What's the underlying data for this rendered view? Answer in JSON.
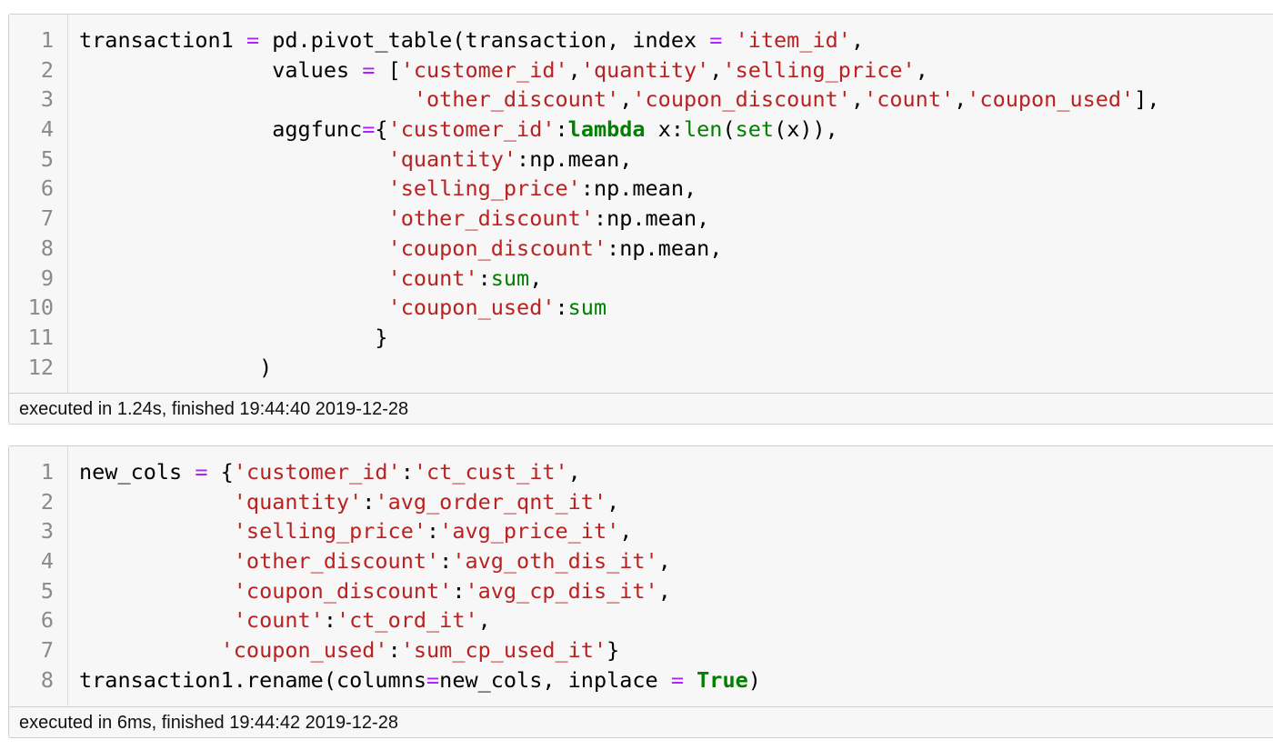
{
  "cells": [
    {
      "line_numbers": [
        "1",
        "2",
        "3",
        "4",
        "5",
        "6",
        "7",
        "8",
        "9",
        "10",
        "11",
        "12"
      ],
      "timing": "executed in 1.24s, finished 19:44:40 2019-12-28",
      "code_lines": [
        [
          [
            "plain",
            "transaction1 "
          ],
          [
            "op",
            "="
          ],
          [
            "plain",
            " pd.pivot_table(transaction, index "
          ],
          [
            "op",
            "="
          ],
          [
            "plain",
            " "
          ],
          [
            "str",
            "'item_id'"
          ],
          [
            "plain",
            ","
          ]
        ],
        [
          [
            "plain",
            "               values "
          ],
          [
            "op",
            "="
          ],
          [
            "plain",
            " ["
          ],
          [
            "str",
            "'customer_id'"
          ],
          [
            "plain",
            ","
          ],
          [
            "str",
            "'quantity'"
          ],
          [
            "plain",
            ","
          ],
          [
            "str",
            "'selling_price'"
          ],
          [
            "plain",
            ","
          ]
        ],
        [
          [
            "plain",
            "                          "
          ],
          [
            "str",
            "'other_discount'"
          ],
          [
            "plain",
            ","
          ],
          [
            "str",
            "'coupon_discount'"
          ],
          [
            "plain",
            ","
          ],
          [
            "str",
            "'count'"
          ],
          [
            "plain",
            ","
          ],
          [
            "str",
            "'coupon_used'"
          ],
          [
            "plain",
            "],"
          ]
        ],
        [
          [
            "plain",
            "               aggfunc"
          ],
          [
            "op",
            "="
          ],
          [
            "plain",
            "{"
          ],
          [
            "str",
            "'customer_id'"
          ],
          [
            "plain",
            ":"
          ],
          [
            "kw",
            "lambda"
          ],
          [
            "plain",
            " x:"
          ],
          [
            "bi",
            "len"
          ],
          [
            "plain",
            "("
          ],
          [
            "bi",
            "set"
          ],
          [
            "plain",
            "(x)),"
          ]
        ],
        [
          [
            "plain",
            "                        "
          ],
          [
            "str",
            "'quantity'"
          ],
          [
            "plain",
            ":np.mean,"
          ]
        ],
        [
          [
            "plain",
            "                        "
          ],
          [
            "str",
            "'selling_price'"
          ],
          [
            "plain",
            ":np.mean,"
          ]
        ],
        [
          [
            "plain",
            "                        "
          ],
          [
            "str",
            "'other_discount'"
          ],
          [
            "plain",
            ":np.mean,"
          ]
        ],
        [
          [
            "plain",
            "                        "
          ],
          [
            "str",
            "'coupon_discount'"
          ],
          [
            "plain",
            ":np.mean,"
          ]
        ],
        [
          [
            "plain",
            "                        "
          ],
          [
            "str",
            "'count'"
          ],
          [
            "plain",
            ":"
          ],
          [
            "bi",
            "sum"
          ],
          [
            "plain",
            ","
          ]
        ],
        [
          [
            "plain",
            "                        "
          ],
          [
            "str",
            "'coupon_used'"
          ],
          [
            "plain",
            ":"
          ],
          [
            "bi",
            "sum"
          ]
        ],
        [
          [
            "plain",
            "                       }"
          ]
        ],
        [
          [
            "plain",
            "              )"
          ]
        ]
      ]
    },
    {
      "line_numbers": [
        "1",
        "2",
        "3",
        "4",
        "5",
        "6",
        "7",
        "8"
      ],
      "timing": "executed in 6ms, finished 19:44:42 2019-12-28",
      "code_lines": [
        [
          [
            "plain",
            "new_cols "
          ],
          [
            "op",
            "="
          ],
          [
            "plain",
            " {"
          ],
          [
            "str",
            "'customer_id'"
          ],
          [
            "plain",
            ":"
          ],
          [
            "str",
            "'ct_cust_it'"
          ],
          [
            "plain",
            ","
          ]
        ],
        [
          [
            "plain",
            "            "
          ],
          [
            "str",
            "'quantity'"
          ],
          [
            "plain",
            ":"
          ],
          [
            "str",
            "'avg_order_qnt_it'"
          ],
          [
            "plain",
            ","
          ]
        ],
        [
          [
            "plain",
            "            "
          ],
          [
            "str",
            "'selling_price'"
          ],
          [
            "plain",
            ":"
          ],
          [
            "str",
            "'avg_price_it'"
          ],
          [
            "plain",
            ","
          ]
        ],
        [
          [
            "plain",
            "            "
          ],
          [
            "str",
            "'other_discount'"
          ],
          [
            "plain",
            ":"
          ],
          [
            "str",
            "'avg_oth_dis_it'"
          ],
          [
            "plain",
            ","
          ]
        ],
        [
          [
            "plain",
            "            "
          ],
          [
            "str",
            "'coupon_discount'"
          ],
          [
            "plain",
            ":"
          ],
          [
            "str",
            "'avg_cp_dis_it'"
          ],
          [
            "plain",
            ","
          ]
        ],
        [
          [
            "plain",
            "            "
          ],
          [
            "str",
            "'count'"
          ],
          [
            "plain",
            ":"
          ],
          [
            "str",
            "'ct_ord_it'"
          ],
          [
            "plain",
            ","
          ]
        ],
        [
          [
            "plain",
            "           "
          ],
          [
            "str",
            "'coupon_used'"
          ],
          [
            "plain",
            ":"
          ],
          [
            "str",
            "'sum_cp_used_it'"
          ],
          [
            "plain",
            "}"
          ]
        ],
        [
          [
            "plain",
            "transaction1.rename(columns"
          ],
          [
            "op",
            "="
          ],
          [
            "plain",
            "new_cols, inplace "
          ],
          [
            "op",
            "="
          ],
          [
            "plain",
            " "
          ],
          [
            "kw",
            "True"
          ],
          [
            "plain",
            ")"
          ]
        ]
      ]
    }
  ]
}
